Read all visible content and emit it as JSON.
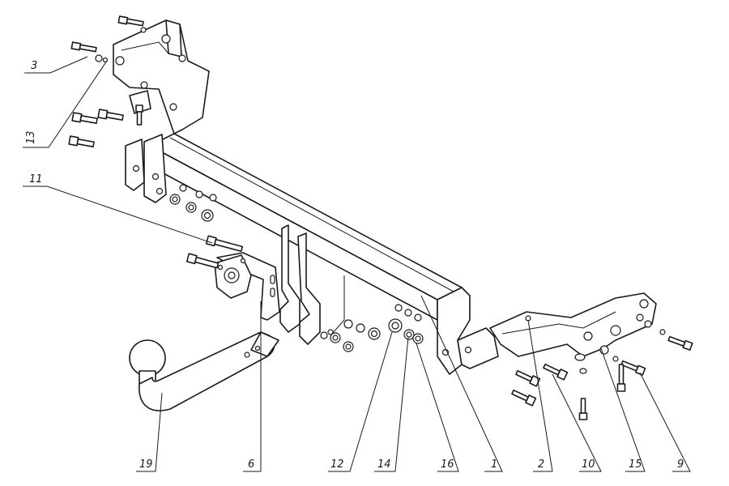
{
  "callouts": {
    "c3": "3",
    "c13": "13",
    "c11": "11",
    "c19": "19",
    "c6": "6",
    "c12": "12",
    "c14": "14",
    "c16": "16",
    "c1": "1",
    "c2": "2",
    "c10": "10",
    "c15": "15",
    "c9": "9"
  },
  "colors": {
    "line": "#1a1a1a",
    "background": "#ffffff"
  }
}
